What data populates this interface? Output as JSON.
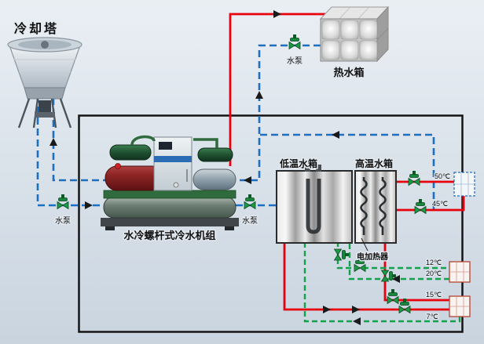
{
  "background": "#dde4ec",
  "diagram": {
    "cooling_tower_label": "冷却塔",
    "hot_water_tank_label": "热水箱",
    "chiller_label": "水冷螺杆式冷水机组",
    "low_temp_tank_label": "低温水箱",
    "high_temp_tank_label": "高温水箱",
    "electric_heater_label": "电加热器",
    "pump_label": "水泵",
    "temperatures": {
      "t50": "50℃",
      "t45": "45℃",
      "t12": "12℃",
      "t20": "20℃",
      "t15": "15℃",
      "t7": "7℃"
    },
    "legend_colors": {
      "hot_water": "#e8000d",
      "cooling_water": "#1d6fc2",
      "chilled_water": "#12a24b"
    }
  }
}
